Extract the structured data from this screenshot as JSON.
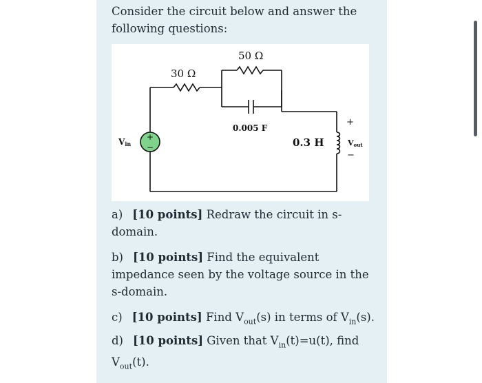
{
  "intro": "Consider the circuit below and answer the following questions:",
  "circuit": {
    "r1": "30 Ω",
    "r2": "50 Ω",
    "capacitor": "0.005 F",
    "inductor": "0.3 H",
    "vin": "V",
    "vin_sub": "in",
    "vout": "V",
    "vout_sub": "out",
    "plus": "+",
    "minus": "−",
    "src_plus": "+",
    "src_minus": "−"
  },
  "parts": {
    "a": {
      "label": "a)",
      "points": "[10 points]",
      "text": "Redraw the circuit in s-domain."
    },
    "b": {
      "label": "b)",
      "points": "[10 points]",
      "text": "Find the equivalent impedance seen by the voltage source in the s-domain."
    },
    "c": {
      "label": "c)",
      "points": "[10 points]",
      "text_1": "Find V",
      "sub_1": "out",
      "text_2": "(s) in terms of V",
      "sub_2": "in",
      "text_3": "(s)."
    },
    "d": {
      "label": "d)",
      "points": "[10 points]",
      "text_1": "Given that V",
      "sub_1": "in",
      "text_2": "(t)=u(t), find V",
      "sub_2": "out",
      "text_3": "(t)."
    }
  }
}
